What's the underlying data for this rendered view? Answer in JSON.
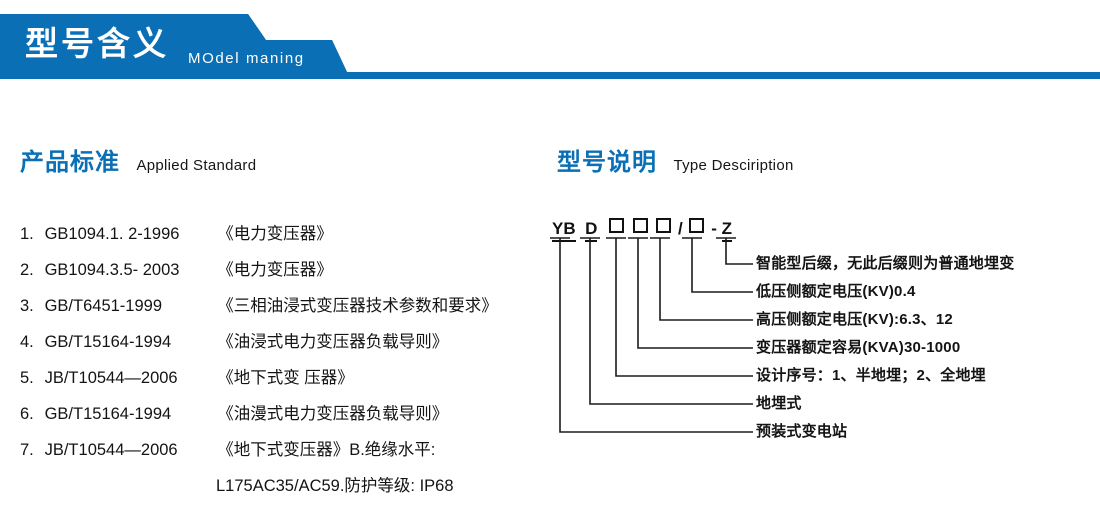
{
  "banner": {
    "title": "型号含义",
    "subtitle": "MOdel maning",
    "accent_color": "#0A6FB5"
  },
  "standard_section": {
    "heading_cn": "产品标准",
    "heading_en": "Applied Standard",
    "items": [
      {
        "num": "1.",
        "code": "GB1094.1. 2-1996",
        "title": "《电力变压器》"
      },
      {
        "num": "2.",
        "code": "GB1094.3.5- 2003",
        "title": "《电力变压器》"
      },
      {
        "num": "3.",
        "code": "GB/T6451-1999",
        "title": "《三相油浸式变压器技术参数和要求》"
      },
      {
        "num": "4.",
        "code": "GB/T15164-1994",
        "title": "《油浸式电力变压器负载导则》"
      },
      {
        "num": "5.",
        "code": "JB/T10544—2006",
        "title": "《地下式变 压器》"
      },
      {
        "num": "6.",
        "code": "GB/T15164-1994",
        "title": "《油漫式电力变压器负载导则》"
      },
      {
        "num": "7.",
        "code": "JB/T10544—2006",
        "title": "《地下式变压器》B.绝缘水平:"
      }
    ],
    "continuation": "L175AC35/AC59.防护等级: IP68"
  },
  "type_section": {
    "heading_cn": "型号说明",
    "heading_en": "Type Desciription",
    "code_parts": [
      {
        "text": "YB",
        "style": "underline"
      },
      {
        "text": "D",
        "style": "underline"
      },
      {
        "text": "□",
        "style": "box"
      },
      {
        "text": "□",
        "style": "box"
      },
      {
        "text": "□",
        "style": "box"
      },
      {
        "text": "/",
        "style": "plain"
      },
      {
        "text": "□",
        "style": "box"
      },
      {
        "text": "-",
        "style": "plain"
      },
      {
        "text": "Z",
        "style": "underline"
      }
    ],
    "labels": [
      "智能型后缀，无此后缀则为普通地埋变",
      "低压侧额定电压(KV)0.4",
      "高压侧额定电压(KV):6.3、12",
      "变压器额定容易(KVA)30-1000",
      "设计序号：1、半地埋；2、全地埋",
      "地埋式",
      "预装式变电站"
    ]
  }
}
